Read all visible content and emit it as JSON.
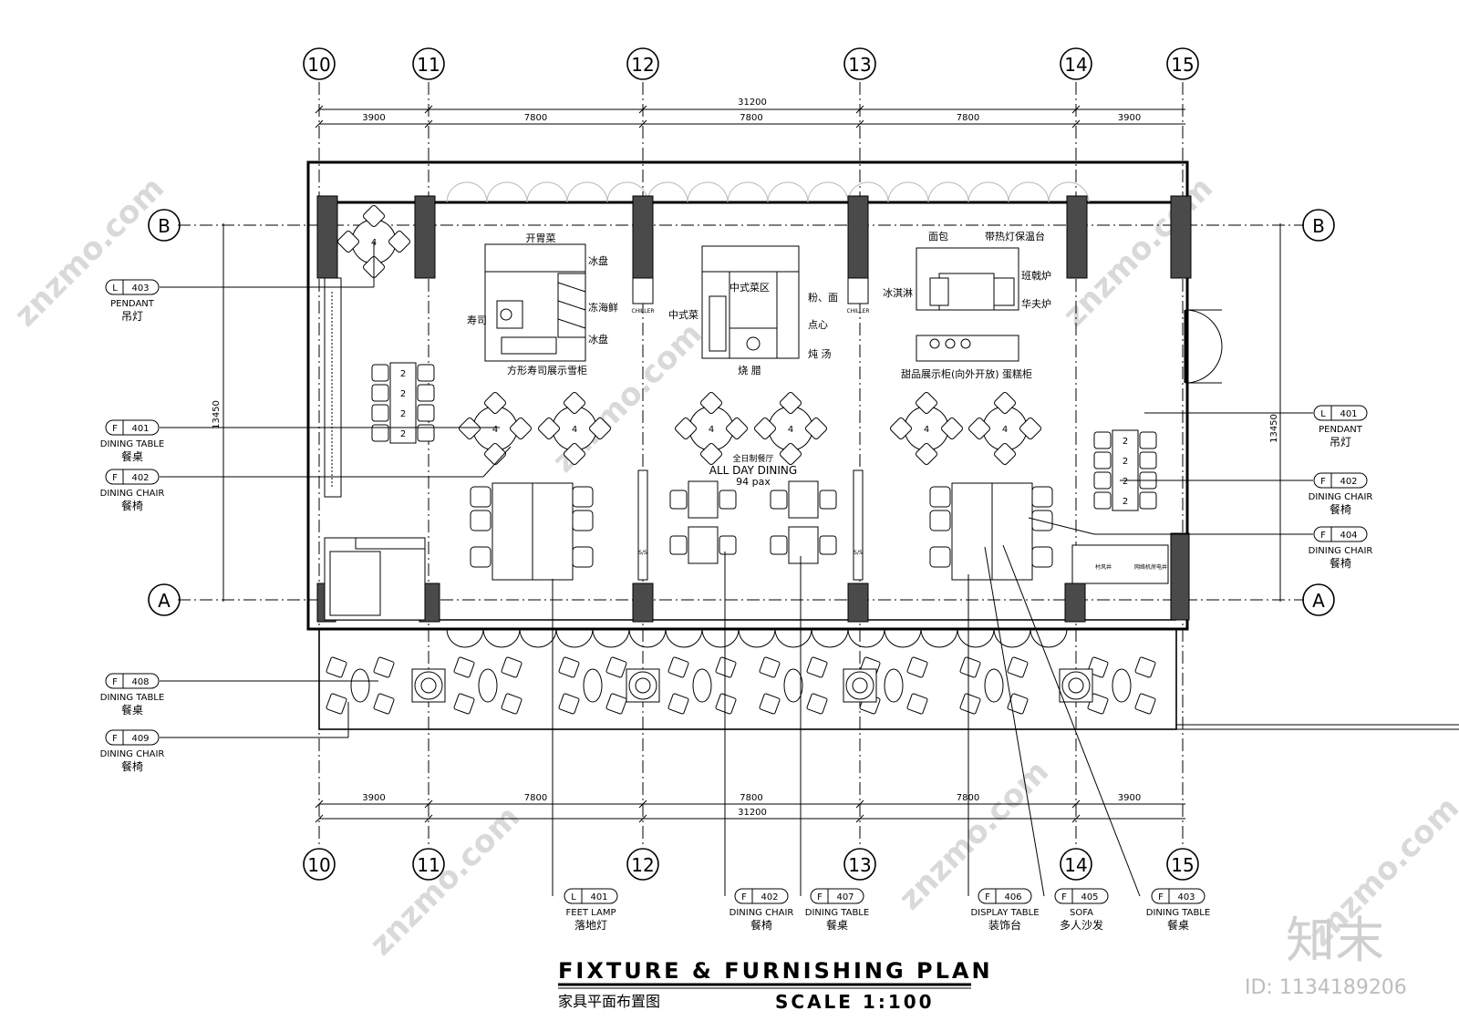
{
  "title": "FIXTURE & FURNISHING PLAN",
  "subtitle_cn": "家具平面布置图",
  "scale": "SCALE 1:100",
  "grid_columns": [
    "10",
    "11",
    "12",
    "13",
    "14",
    "15"
  ],
  "grid_rows": [
    "B",
    "A"
  ],
  "dims": {
    "overall": "31200",
    "spans": [
      "3900",
      "7800",
      "7800",
      "7800",
      "3900"
    ],
    "height": "13450"
  },
  "zone": {
    "cn": "全日制餐厅",
    "en": "ALL DAY DINING",
    "pax": "94 pax"
  },
  "kitchen_labels": {
    "sushi_top": "开胃菜",
    "ice1": "冰盘",
    "seafood": "冻海鲜",
    "ice2": "冰盘",
    "sushi": "寿司",
    "sushi_cab": "方形寿司展示雪柜",
    "chinese_zone": "中式菜区",
    "noodle": "粉、面",
    "chinese": "中式菜",
    "dimsum": "点心",
    "bbq": "烧  腊",
    "soup": "炖 汤",
    "bread": "面包",
    "warm": "带热灯保温台",
    "icecream": "冰淇淋",
    "grill": "班戟炉",
    "waffle": "华夫炉",
    "dessert": "甜品展示柜(向外开放) 蛋糕柜",
    "chiller": "CHILLER",
    "ss": "S/S"
  },
  "side_rooms": [
    "村风井",
    "网络机房电井"
  ],
  "callouts": {
    "L403": {
      "type": "L",
      "code": "403",
      "en": "PENDANT",
      "cn": "吊灯"
    },
    "F401": {
      "type": "F",
      "code": "401",
      "en": "DINING TABLE",
      "cn": "餐桌"
    },
    "F402": {
      "type": "F",
      "code": "402",
      "en": "DINING CHAIR",
      "cn": "餐椅"
    },
    "F408": {
      "type": "F",
      "code": "408",
      "en": "DINING TABLE",
      "cn": "餐桌"
    },
    "F409": {
      "type": "F",
      "code": "409",
      "en": "DINING CHAIR",
      "cn": "餐椅"
    },
    "L401r": {
      "type": "L",
      "code": "401",
      "en": "PENDANT",
      "cn": "吊灯"
    },
    "F402r": {
      "type": "F",
      "code": "402",
      "en": "DINING CHAIR",
      "cn": "餐椅"
    },
    "F404": {
      "type": "F",
      "code": "404",
      "en": "DINING CHAIR",
      "cn": "餐椅"
    },
    "L401b": {
      "type": "L",
      "code": "401",
      "en": "FEET LAMP",
      "cn": "落地灯"
    },
    "F402b": {
      "type": "F",
      "code": "402",
      "en": "DINING CHAIR",
      "cn": "餐椅"
    },
    "F407": {
      "type": "F",
      "code": "407",
      "en": "DINING TABLE",
      "cn": "餐桌"
    },
    "F406": {
      "type": "F",
      "code": "406",
      "en": "DISPLAY TABLE",
      "cn": "装饰台"
    },
    "F405": {
      "type": "F",
      "code": "405",
      "en": "SOFA",
      "cn": "多人沙发"
    },
    "F403": {
      "type": "F",
      "code": "403",
      "en": "DINING TABLE",
      "cn": "餐桌"
    }
  },
  "seat_numbers": {
    "two": "2",
    "four": "4"
  },
  "brand": "知末",
  "image_id": "ID: 1134189206",
  "watermark": "znzmo.com"
}
